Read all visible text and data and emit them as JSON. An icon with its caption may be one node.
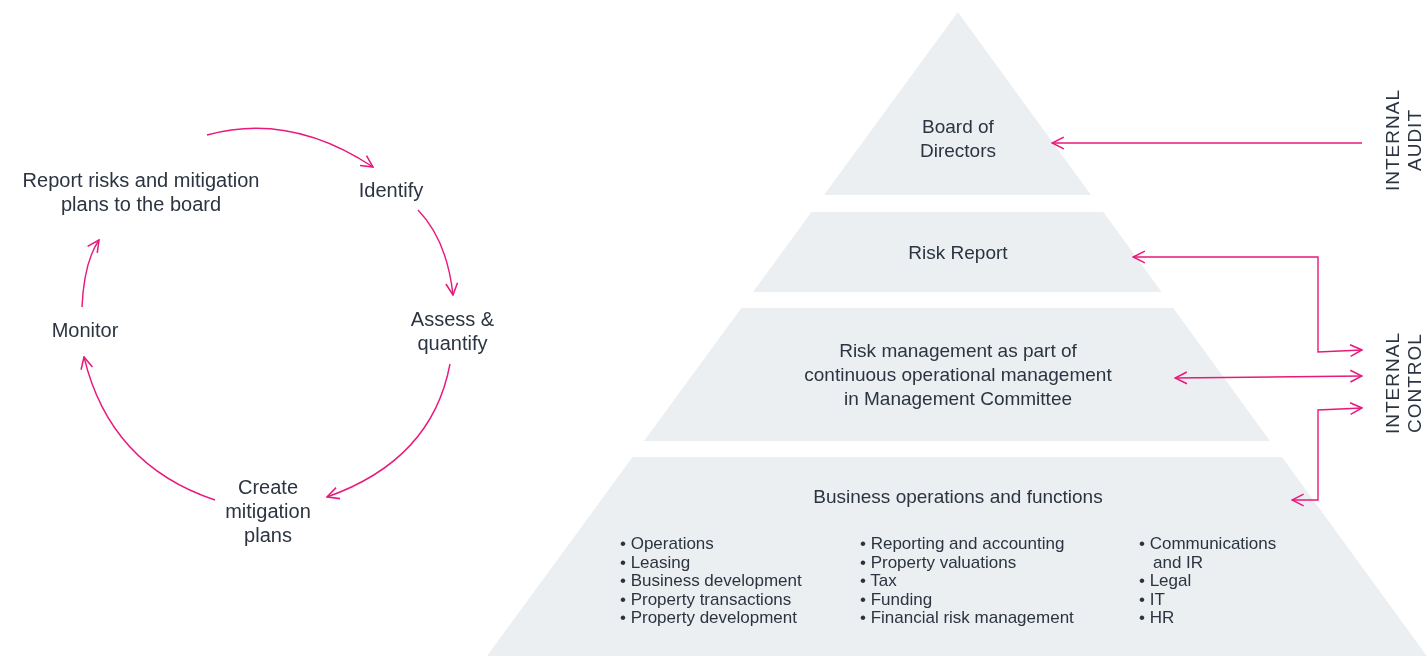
{
  "diagram": {
    "nodes": [
      {
        "text": [
          "Report risks and mitigation plans to the board"
        ]
      },
      {
        "text": [
          "Identify"
        ]
      },
      {
        "text": [
          "Assess & quantify"
        ]
      },
      {
        "text": [
          "Create mitigation plans"
        ]
      },
      {
        "text": [
          "Monitor"
        ]
      },
      {
        "text": [
          "Board of Directors"
        ]
      },
      {
        "text": [
          "Risk Report"
        ]
      },
      {
        "text": [
          "Risk management as part of continuous operational management in Management Committee"
        ]
      },
      {
        "text": [
          "Business operations and functions",
          "• Operations",
          "• Leasing",
          "• Business development",
          "• Property transactions",
          "• Property development",
          "• Reporting and accounting",
          "• Property valuations",
          "• Tax",
          "• Funding",
          "• Financial risk management",
          "• Communications and IR",
          "• Legal",
          "• IT",
          "• HR"
        ]
      },
      {
        "text": [
          "INTERNAL AUDIT"
        ]
      },
      {
        "text": [
          "INTERNAL CONTROL"
        ]
      }
    ],
    "edges": [
      {
        "from": 0,
        "to": 1,
        "arrow": "to"
      },
      {
        "from": 1,
        "to": 2,
        "arrow": "to"
      },
      {
        "from": 2,
        "to": 3,
        "arrow": "to"
      },
      {
        "from": 3,
        "to": 4,
        "arrow": "to"
      },
      {
        "from": 4,
        "to": 0,
        "arrow": "to"
      },
      {
        "from": 9,
        "to": 5,
        "arrow": "to"
      },
      {
        "from": 6,
        "to": 10,
        "arrow": "both"
      },
      {
        "from": 7,
        "to": 10,
        "arrow": "both"
      },
      {
        "from": 8,
        "to": 10,
        "arrow": "both"
      }
    ]
  }
}
